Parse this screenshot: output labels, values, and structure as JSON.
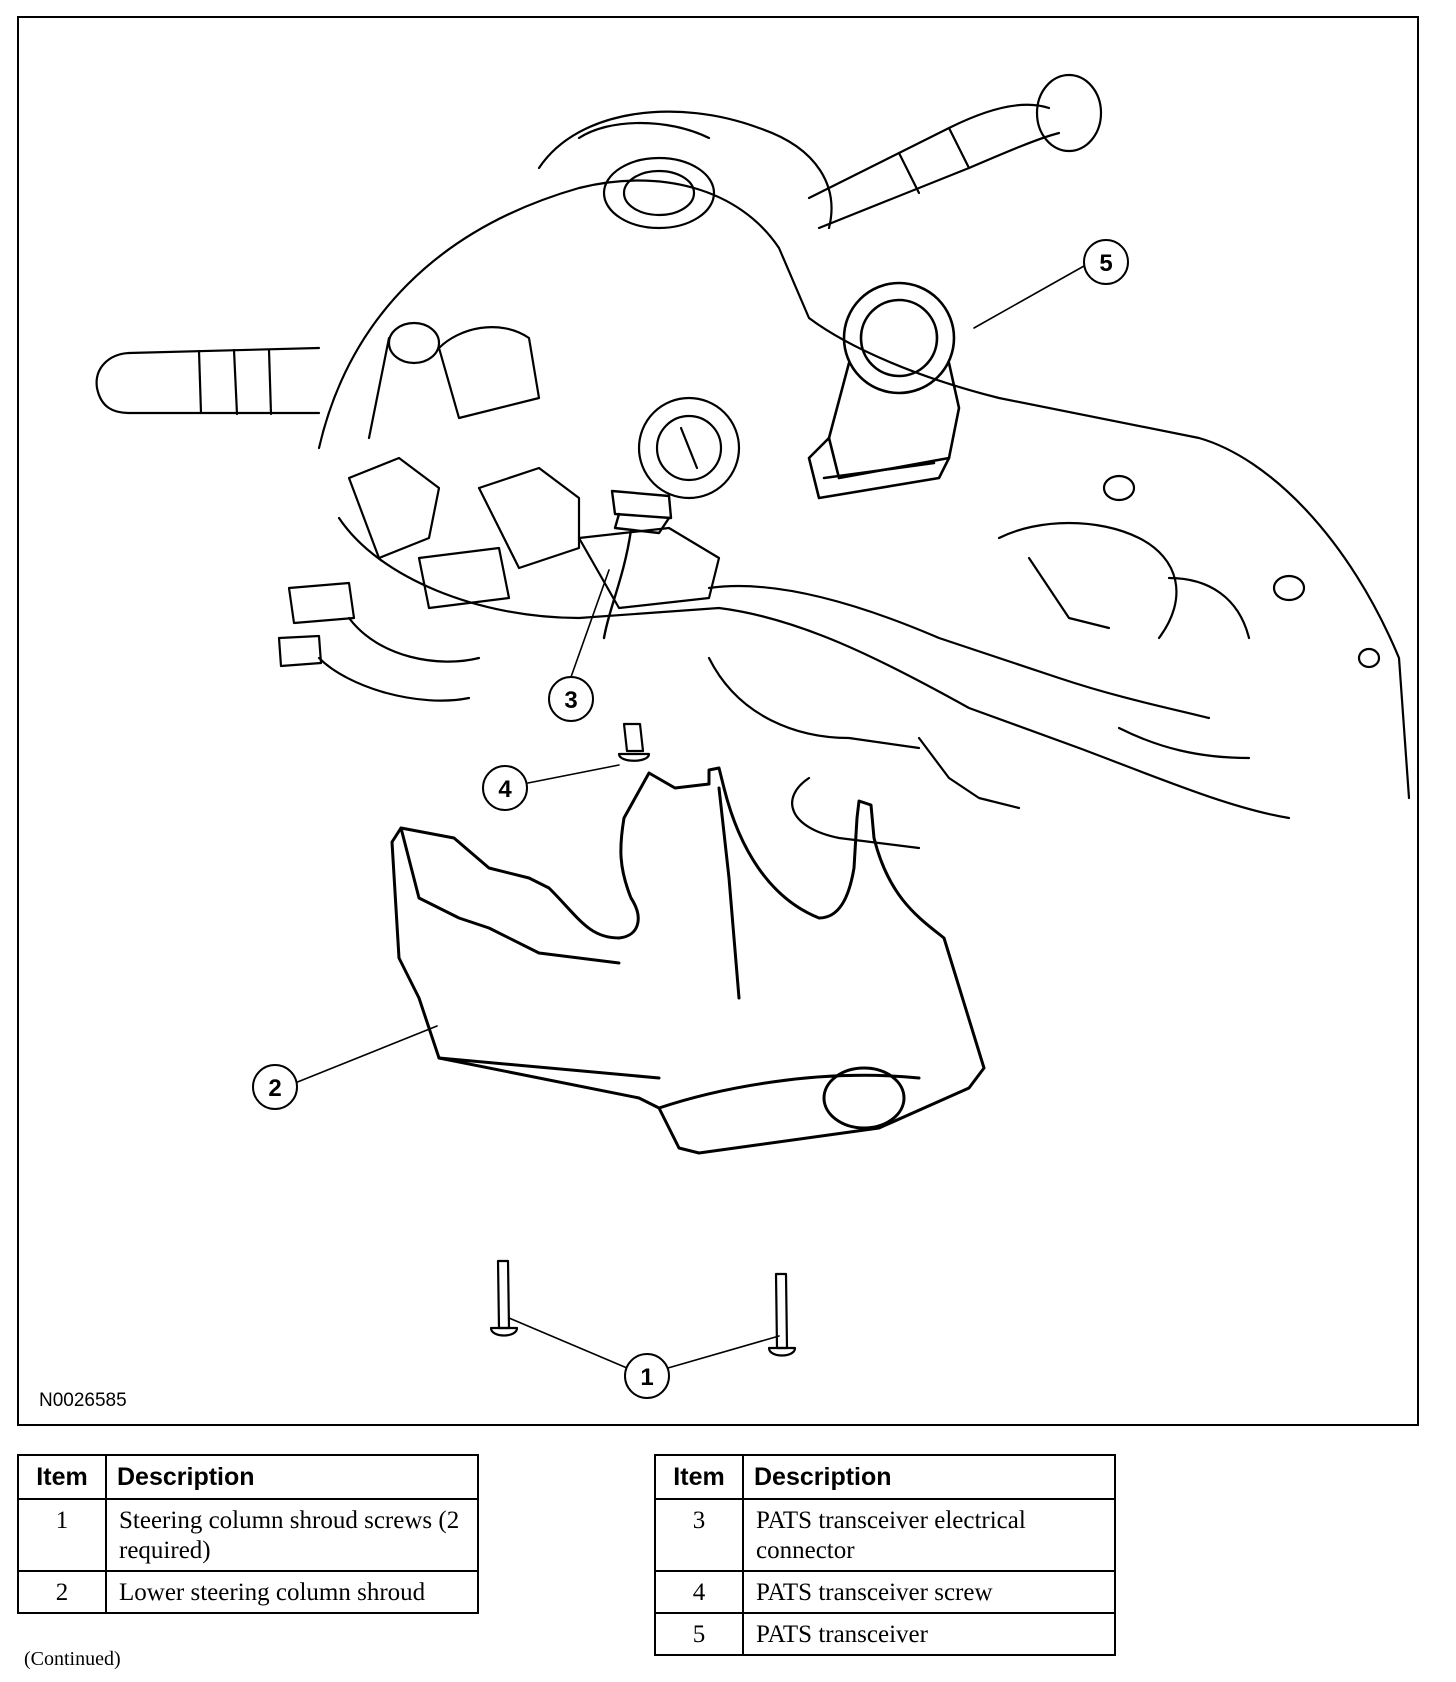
{
  "figure": {
    "id": "N0026585",
    "callouts": [
      "1",
      "2",
      "3",
      "4",
      "5"
    ]
  },
  "legend": {
    "left": {
      "headers": {
        "item": "Item",
        "description": "Description"
      },
      "rows": [
        {
          "item": "1",
          "description": "Steering column shroud screws (2 required)"
        },
        {
          "item": "2",
          "description": "Lower steering column shroud"
        }
      ]
    },
    "right": {
      "headers": {
        "item": "Item",
        "description": "Description"
      },
      "rows": [
        {
          "item": "3",
          "description": "PATS transceiver electrical connector"
        },
        {
          "item": "4",
          "description": "PATS transceiver screw"
        },
        {
          "item": "5",
          "description": "PATS transceiver"
        }
      ]
    }
  },
  "note": "(Continued)"
}
